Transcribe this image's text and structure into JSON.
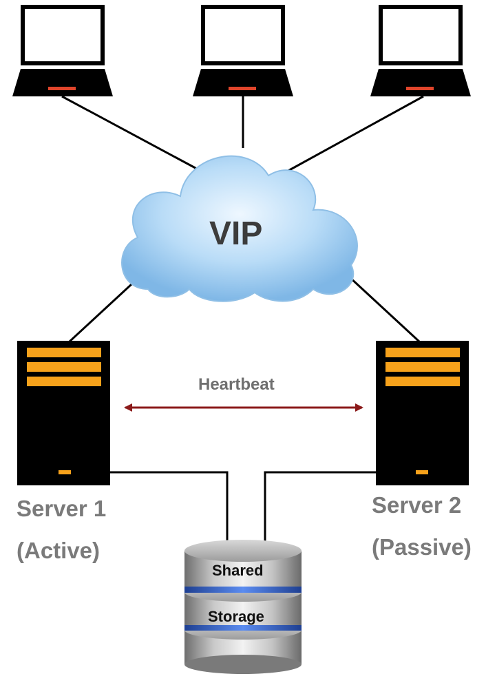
{
  "diagram": {
    "cloud_label": "VIP",
    "heartbeat_label": "Heartbeat",
    "server1": {
      "name": "Server 1",
      "role": "(Active)"
    },
    "server2": {
      "name": "Server 2",
      "role": "(Passive)"
    },
    "storage": {
      "line1": "Shared",
      "line2": "Storage"
    },
    "laptops": [
      "laptop-left",
      "laptop-center",
      "laptop-right"
    ]
  },
  "colors": {
    "server_body": "#000000",
    "server_accent": "#f7a21b",
    "heartbeat_arrow": "#8b1a1a",
    "cloud_fill": "#a9d2f4",
    "laptop_indicator": "#e0452b",
    "storage_band": "#3f74d6"
  }
}
